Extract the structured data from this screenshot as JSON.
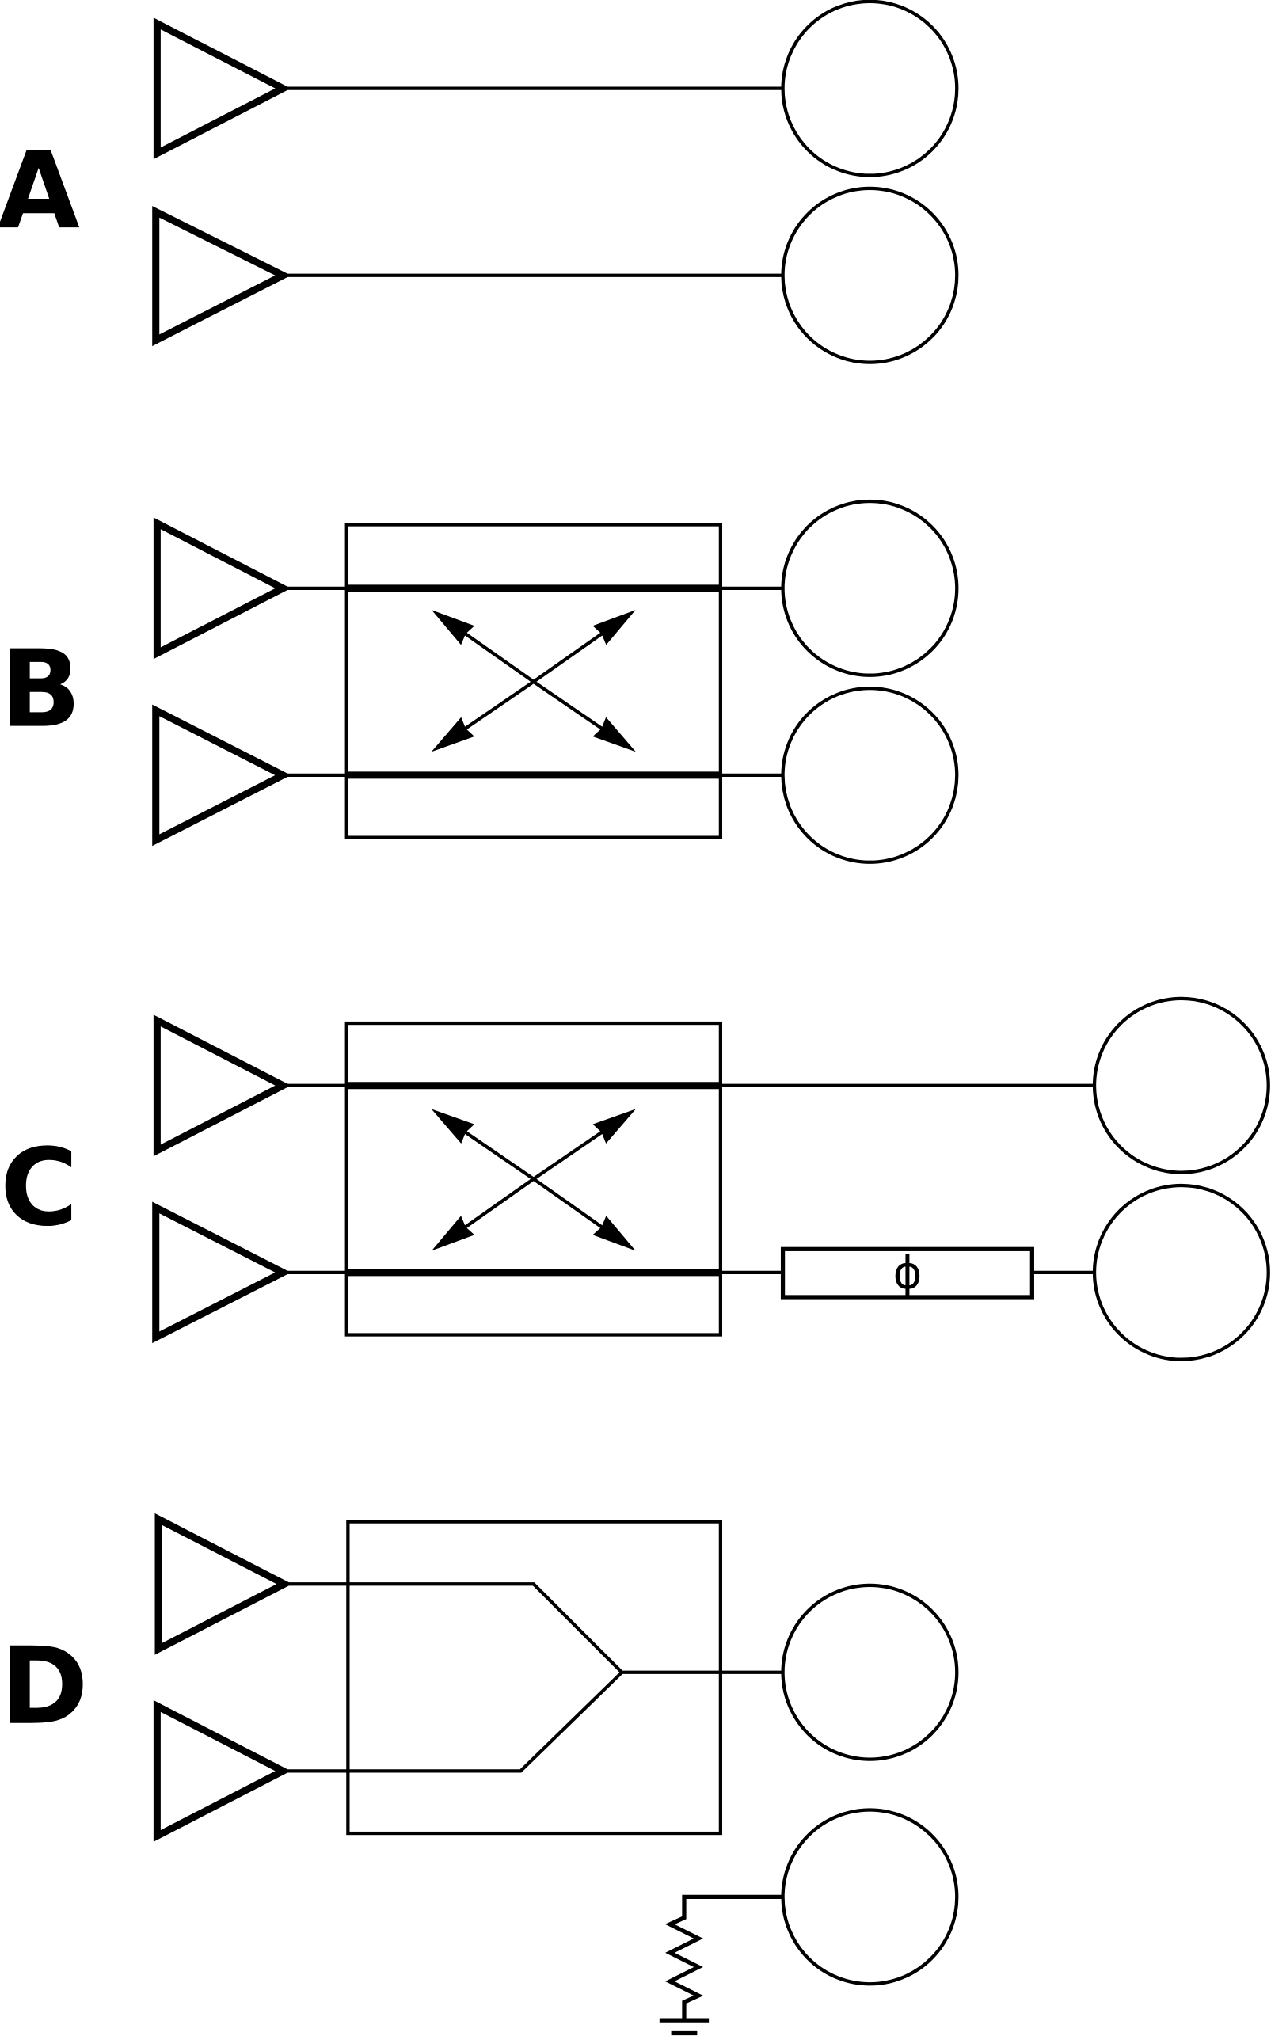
{
  "panels": [
    {
      "label": "A",
      "description_text": ""
    },
    {
      "label": "B"
    },
    {
      "label": "C",
      "phase_shifter_symbol": "ϕ"
    },
    {
      "label": "D"
    }
  ],
  "colors": {
    "stroke": "#000000",
    "background": "#ffffff"
  }
}
